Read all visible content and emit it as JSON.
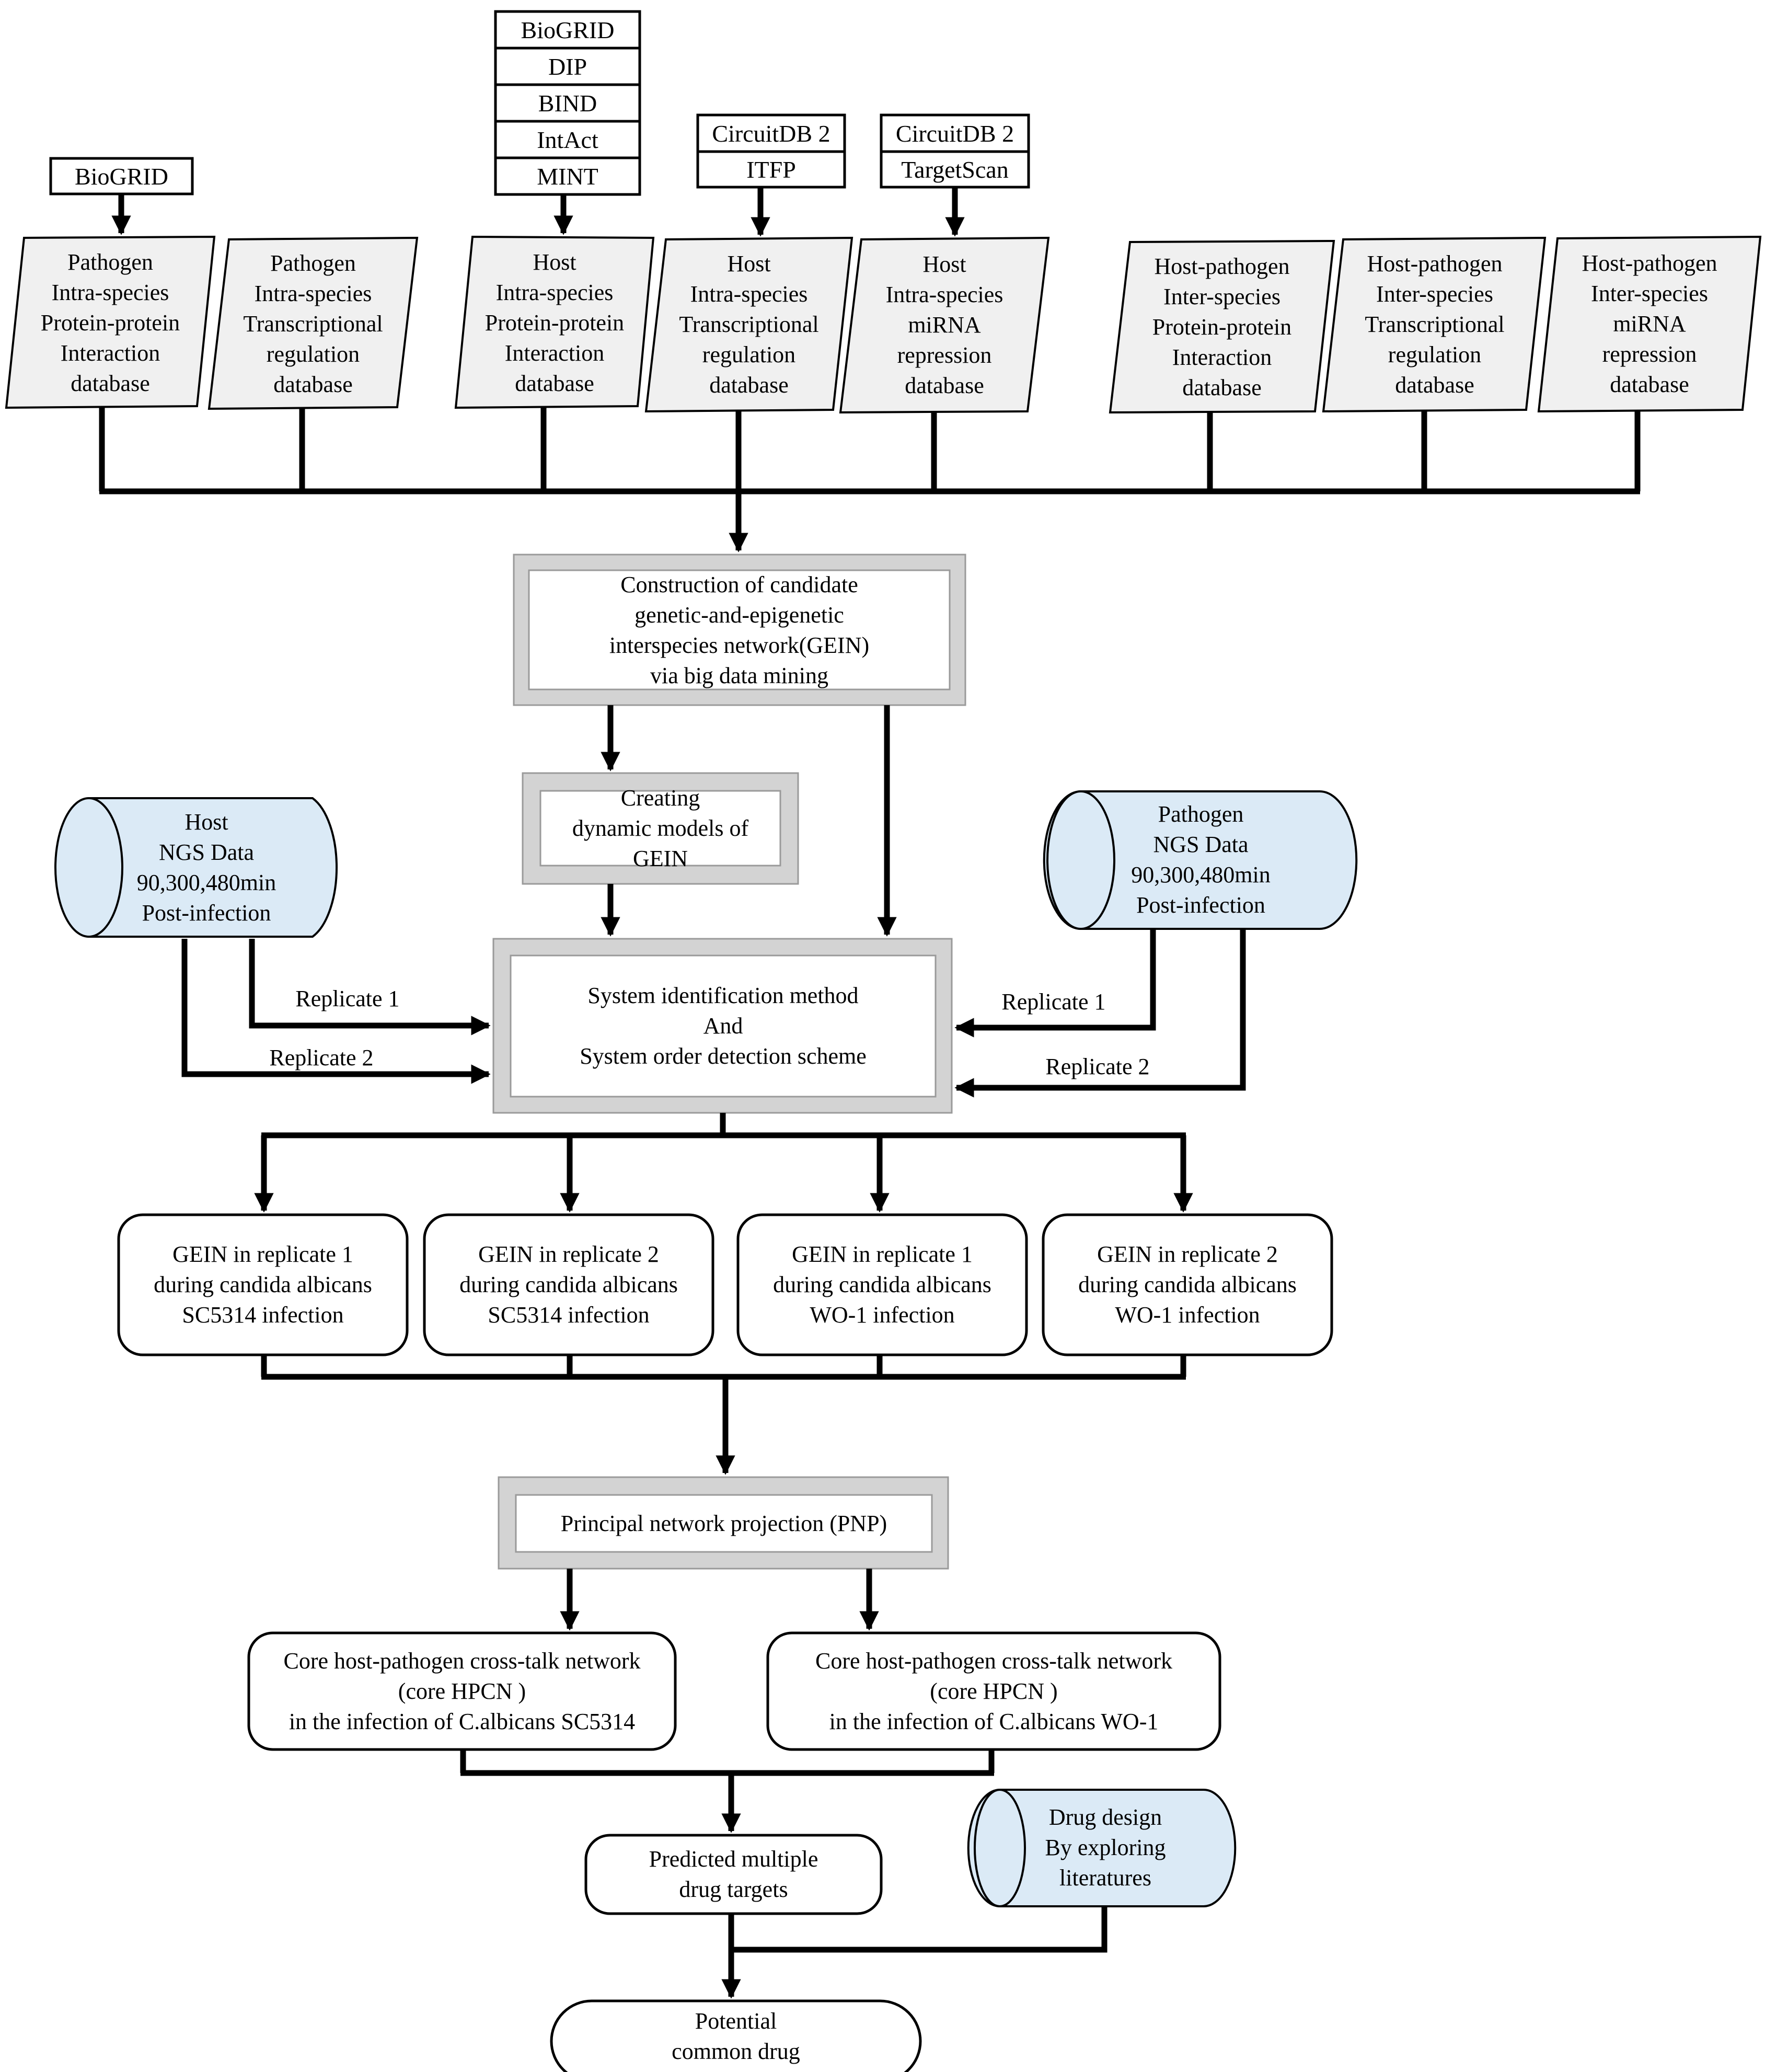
{
  "sources": {
    "pathogen_ppi": [
      "BioGRID"
    ],
    "host_ppi": [
      "BioGRID",
      "DIP",
      "BIND",
      "IntAct",
      "MINT"
    ],
    "host_tr": [
      "CircuitDB 2",
      "ITFP"
    ],
    "host_mirna": [
      "CircuitDB 2",
      "TargetScan"
    ]
  },
  "databases": {
    "pathogen_ppi": [
      "Pathogen",
      "Intra-species",
      "Protein-protein",
      "Interaction",
      "database"
    ],
    "pathogen_tr": [
      "Pathogen",
      "Intra-species",
      "Transcriptional",
      "regulation",
      "database"
    ],
    "host_ppi": [
      "Host",
      "Intra-species",
      "Protein-protein",
      "Interaction",
      "database"
    ],
    "host_tr": [
      "Host",
      "Intra-species",
      "Transcriptional",
      "regulation",
      "database"
    ],
    "host_mirna": [
      "Host",
      "Intra-species",
      "miRNA",
      "repression",
      "database"
    ],
    "hp_ppi": [
      "Host-pathogen",
      "Inter-species",
      "Protein-protein",
      "Interaction",
      "database"
    ],
    "hp_tr": [
      "Host-pathogen",
      "Inter-species",
      "Transcriptional",
      "regulation",
      "database"
    ],
    "hp_mirna": [
      "Host-pathogen",
      "Inter-species",
      "miRNA",
      "repression",
      "database"
    ]
  },
  "construction": [
    "Construction of candidate",
    "genetic-and-epigenetic",
    "interspecies network(GEIN)",
    "via big data mining"
  ],
  "dynamic": [
    "Creating",
    "dynamic models of",
    "GEIN"
  ],
  "host_ngs": [
    "Host",
    "NGS Data",
    "90,300,480min",
    "Post-infection"
  ],
  "pathogen_ngs": [
    "Pathogen",
    "NGS Data",
    "90,300,480min",
    "Post-infection"
  ],
  "system_id": [
    "System identification method",
    "And",
    "System order detection scheme"
  ],
  "replicates": {
    "r1": "Replicate 1",
    "r2": "Replicate 2"
  },
  "gein": [
    [
      "GEIN in replicate 1",
      "during candida albicans",
      "SC5314 infection"
    ],
    [
      "GEIN in replicate 2",
      "during candida albicans",
      "SC5314 infection"
    ],
    [
      "GEIN in replicate 1",
      "during candida albicans",
      "WO-1 infection"
    ],
    [
      "GEIN in replicate 2",
      "during candida albicans",
      "WO-1 infection"
    ]
  ],
  "pnp": "Principal network projection (PNP)",
  "core": [
    [
      "Core host-pathogen cross-talk network",
      "(core HPCN )",
      "in the infection of C.albicans SC5314"
    ],
    [
      "Core host-pathogen cross-talk network",
      "(core HPCN )",
      "in the infection of C.albicans WO-1"
    ]
  ],
  "targets": [
    "Predicted multiple",
    "drug targets"
  ],
  "drug_design": [
    "Drug design",
    "By exploring",
    "literatures"
  ],
  "potential": [
    "Potential",
    "common drug"
  ],
  "colors": {
    "line": "#000000",
    "db_fill": "#f0f0f0",
    "cyl_fill": "#dbeaf6",
    "frame": "#d3d3d3"
  }
}
